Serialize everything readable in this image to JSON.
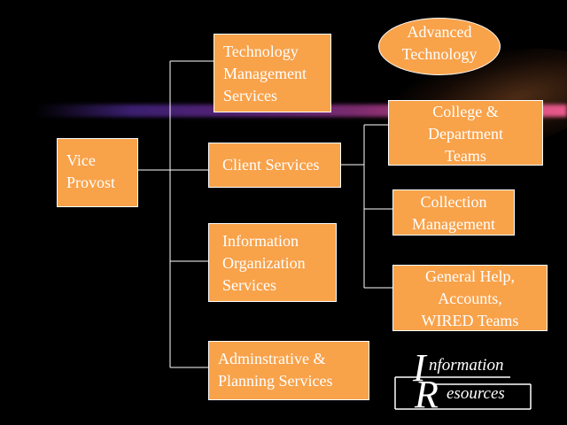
{
  "org_chart": {
    "root": {
      "lines": [
        "Vice",
        "Provost"
      ]
    },
    "divisions": [
      {
        "id": "technology-management",
        "lines": [
          "Technology",
          "Management",
          "Services"
        ]
      },
      {
        "id": "client-services",
        "lines": [
          "Client Services"
        ]
      },
      {
        "id": "information-organization",
        "lines": [
          "Information",
          "Organization",
          "Services"
        ]
      },
      {
        "id": "administrative-planning",
        "lines": [
          "Adminstrative &",
          "Planning Services"
        ]
      }
    ],
    "advanced_technology": {
      "lines": [
        "Advanced",
        "Technology"
      ]
    },
    "client_teams": [
      {
        "id": "college-department",
        "lines": [
          "College &",
          "Department",
          "Teams"
        ]
      },
      {
        "id": "collection-management",
        "lines": [
          "Collection",
          "Management"
        ]
      },
      {
        "id": "general-help",
        "lines": [
          "General Help,",
          "Accounts,",
          "WIRED Teams"
        ]
      }
    ]
  },
  "logo": {
    "letter_i": "I",
    "word_i": "nformation",
    "letter_r": "R",
    "word_r": "esources"
  },
  "colors": {
    "background": "#000000",
    "box_fill": "#f8a24a",
    "box_border": "#ffffff",
    "text": "#ffffff",
    "connector": "#ffffff"
  }
}
